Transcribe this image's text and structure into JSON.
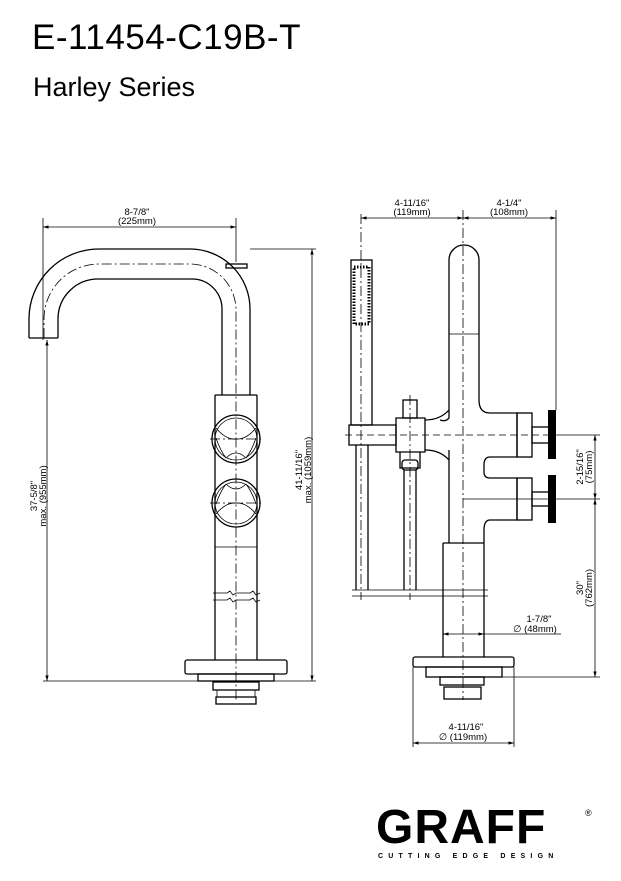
{
  "header": {
    "model": "E-11454-C19B-T",
    "series": "Harley Series"
  },
  "front_view": {
    "spout_reach": {
      "imperial": "8-7/8\"",
      "metric": "(225mm)"
    },
    "spout_height": {
      "imperial": "37-5/8\"",
      "metric": "max. (955mm)"
    },
    "total_height": {
      "imperial": "41-11/16\"",
      "metric": "max. (1059mm)"
    }
  },
  "side_view": {
    "handshower_offset": {
      "imperial": "4-11/16\"",
      "metric": "(119mm)"
    },
    "handle_offset": {
      "imperial": "4-1/4\"",
      "metric": "(108mm)"
    },
    "handle_spacing": {
      "imperial": "2-15/16\"",
      "metric": "(75mm)"
    },
    "handle_height": {
      "imperial": "30\"",
      "metric": "(762mm)"
    },
    "column_diameter": {
      "imperial": "1-7/8\"",
      "metric": "∅ (48mm)"
    },
    "base_diameter": {
      "imperial": "4-11/16\"",
      "metric": "∅ (119mm)"
    }
  },
  "logo": {
    "brand": "GRAFF",
    "registered": "®",
    "tagline": "CUTTING EDGE DESIGN"
  }
}
